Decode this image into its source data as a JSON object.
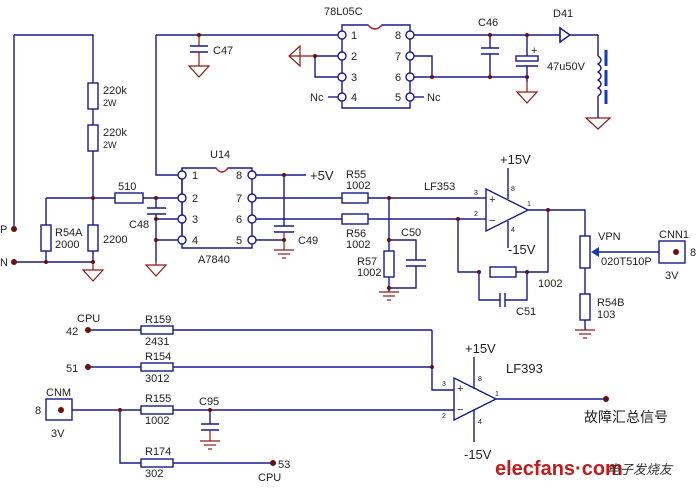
{
  "diagram": {
    "regulator": {
      "part": "78L05C",
      "pins_left": [
        "1",
        "2",
        "3",
        "4"
      ],
      "pins_right": [
        "8",
        "7",
        "6",
        "5"
      ],
      "nc_label": "Nc"
    },
    "isolation_amp": {
      "ref": "U14",
      "part": "A7840",
      "pins_left": [
        "1",
        "2",
        "3",
        "4"
      ],
      "pins_right": [
        "8",
        "7",
        "6",
        "5"
      ]
    },
    "supply": {
      "c46": "C46",
      "c47": "C47",
      "d41": "D41",
      "cap_value": "47u50V",
      "plus_sign": "+"
    },
    "divider": {
      "r1_value": "220k",
      "r1_power": "2W",
      "r2_value": "220k",
      "r2_power": "2W",
      "r_series": "510",
      "r54a_ref": "R54A",
      "r54a_value": "2000",
      "r_bottom": "2200",
      "c48": "C48",
      "left_label_top": "P",
      "left_label_bottom": "N"
    },
    "output_side": {
      "plus5v": "+5V",
      "c49": "C49",
      "r55_ref": "R55",
      "r55_value": "1002",
      "r56_ref": "R56",
      "r56_value": "1002",
      "r57_ref": "R57",
      "r57_value": "1002",
      "c50": "C50"
    },
    "opamp1": {
      "part": "LF353",
      "vplus": "+15V",
      "vminus": "-15V",
      "pin_plus": "3",
      "pin_minus": "2",
      "pin_out": "1",
      "pin_vcc": "8",
      "pin_vee": "4",
      "feedback_r": "1002",
      "feedback_c": "C51",
      "plus_sign": "+",
      "minus_sign": "−"
    },
    "pot": {
      "ref": "VPN",
      "part": "020T510P",
      "r54b_ref": "R54B",
      "r54b_value": "103"
    },
    "cnn1": {
      "ref": "CNN1",
      "pin": "8",
      "voltage": "3V"
    },
    "comparator_inputs": [
      {
        "net": "42",
        "source": "CPU",
        "ref": "R159",
        "value": "2431"
      },
      {
        "net": "51",
        "source": "",
        "ref": "R154",
        "value": "3012"
      },
      {
        "net": "8",
        "source": "CNM",
        "ref": "R155",
        "value": "1002"
      },
      {
        "net": "53",
        "source": "CPU",
        "ref": "R174",
        "value": "302"
      }
    ],
    "cnm": {
      "ref": "CNM",
      "pin": "8",
      "voltage": "3V",
      "c95": "C95"
    },
    "opamp2": {
      "part": "LF393",
      "vplus": "+15V",
      "vminus": "-15V",
      "pin_plus": "3",
      "pin_minus": "2",
      "pin_out": "1",
      "pin_vcc": "8",
      "pin_vee": "4",
      "output_label": "故障汇总信号",
      "plus_sign": "+",
      "minus_sign": "−"
    }
  },
  "watermark": {
    "site": "elecfans·com",
    "cn": "电子发烧友"
  }
}
